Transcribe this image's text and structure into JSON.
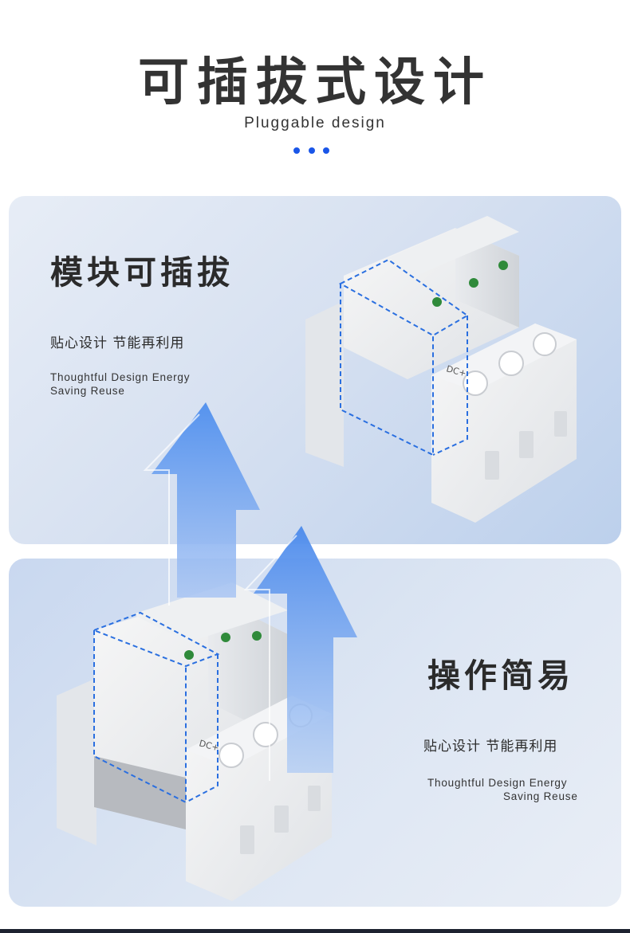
{
  "header": {
    "title": "可插拔式设计",
    "subtitle": "Pluggable design",
    "accent_color": "#1a56e8"
  },
  "panel_top": {
    "heading": "模块可插拔",
    "cn_text": "贴心设计 节能再利用",
    "en_text_1": "Thoughtful Design Energy",
    "en_text_2": "Saving Reuse",
    "product_label": "DC+"
  },
  "panel_bottom": {
    "heading": "操作简易",
    "cn_text": "贴心设计 节能再利用",
    "en_text_1": "Thoughtful Design Energy",
    "en_text_2": "Saving Reuse",
    "product_label": "DC+"
  },
  "icons": [
    "arrow-up-icon",
    "module-outline-icon"
  ]
}
